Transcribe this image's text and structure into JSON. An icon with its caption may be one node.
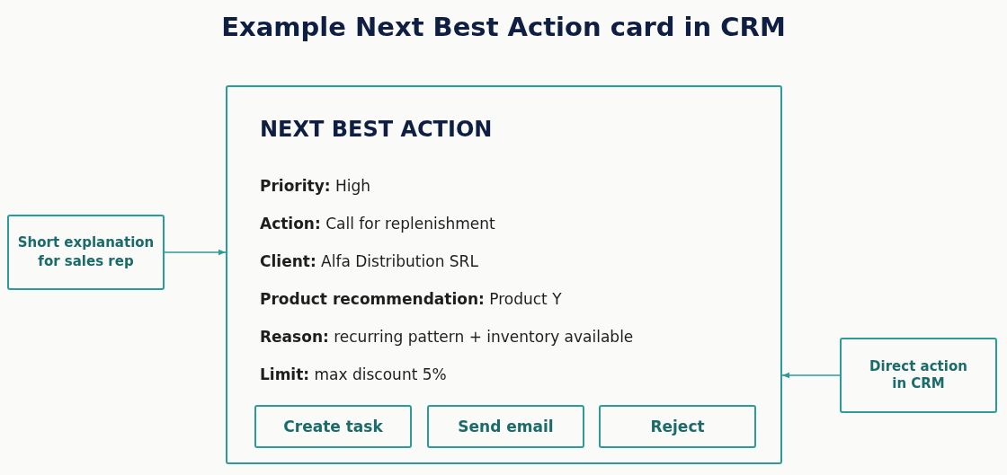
{
  "diagram": {
    "title": "Example Next Best Action card in CRM",
    "nodes": [
      {
        "text": [
          "NEXT BEST ACTION",
          "**Priority:** High",
          "**Action:** Call for replenishment",
          "**Client:** Alfa Distribution SRL",
          "**Product recommendation:** Product Y",
          "**Reason:** recurring pattern + inventory available",
          "**Limit:** max discount 5%"
        ]
      },
      {
        "text": [
          "Create task"
        ],
        "in": 0
      },
      {
        "text": [
          "Send email"
        ],
        "in": 0
      },
      {
        "text": [
          "Reject"
        ],
        "in": 0
      },
      {
        "text": [
          "Short explanation for sales rep"
        ]
      },
      {
        "text": [
          "Direct action in CRM"
        ]
      }
    ],
    "edges": [
      {
        "from": 4,
        "to": 0,
        "arrow": "to"
      },
      {
        "from": 5,
        "to": 0,
        "arrow": "to"
      }
    ]
  }
}
